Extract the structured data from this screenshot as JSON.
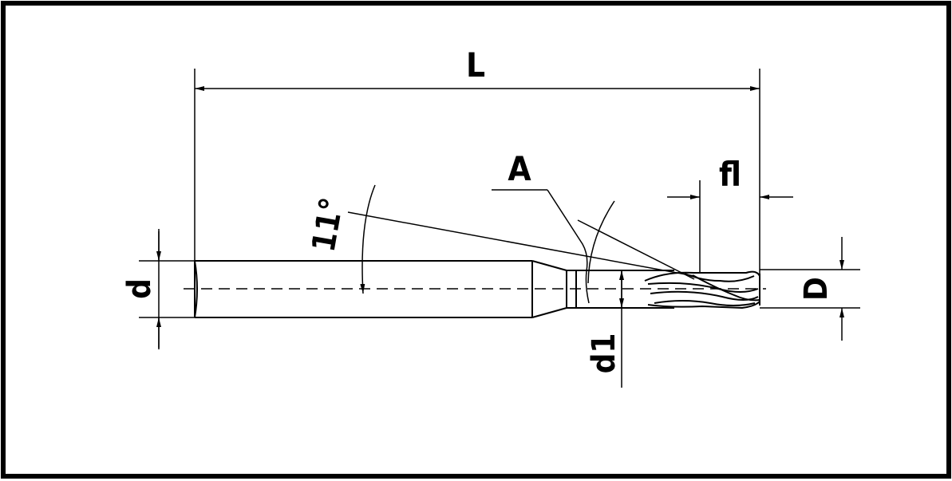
{
  "labels": {
    "overall_length": "L",
    "detail": "A",
    "flute_length": "fl",
    "angle": "11°",
    "shank_diameter": "d",
    "neck_diameter": "d1",
    "cutting_diameter": "D"
  },
  "colors": {
    "line": "#000000",
    "background": "#ffffff"
  }
}
